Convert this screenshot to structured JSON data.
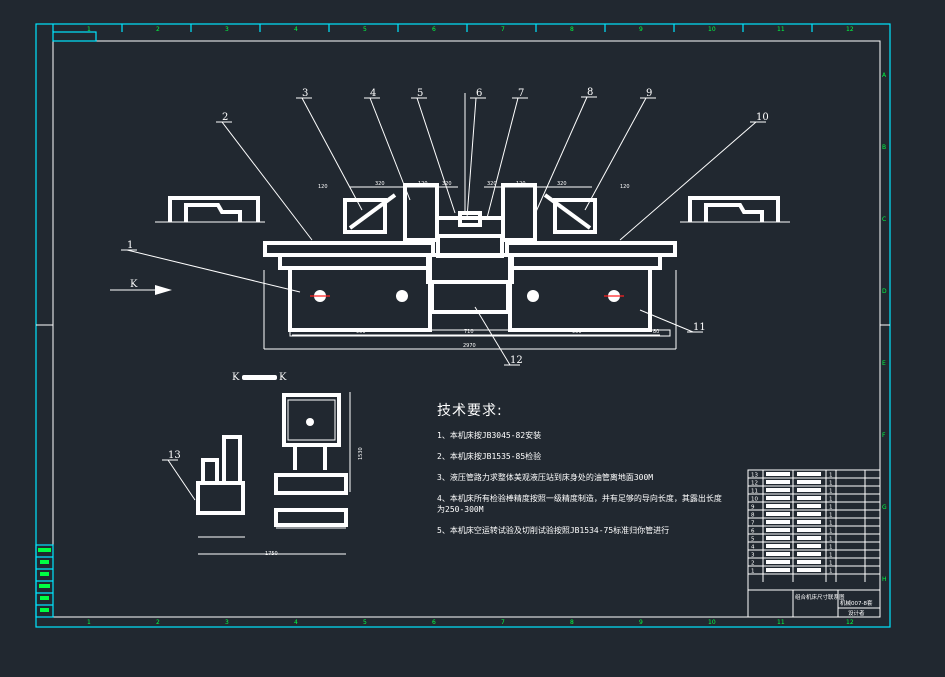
{
  "drawing": {
    "balloons": [
      "1",
      "2",
      "3",
      "4",
      "5",
      "6",
      "7",
      "8",
      "9",
      "10",
      "11",
      "12",
      "13"
    ],
    "view_label": "K",
    "section_label_left": "K",
    "section_label_right": "K",
    "dimensions": {
      "top": [
        "320",
        "120",
        "320",
        "320",
        "120",
        "320",
        "120",
        "120"
      ],
      "bottom": [
        "900",
        "710",
        "900",
        "80"
      ],
      "overall": "2970",
      "side_width": "1750",
      "side_height": "1530"
    }
  },
  "technical_requirements": {
    "title": "技术要求:",
    "items": [
      "1、本机床按JB3045-82安装",
      "2、本机床按JB1535-85检验",
      "3、液压管路力求整体美观液压站到床身处的油管离地面300M",
      "4、本机床所有检验棒精度按照一级精度制造，并有足够的导向长度，其露出长度为250-300M",
      "5、本机床空运转试验及切削试验按照JB1534-75标准归你管进行"
    ]
  },
  "title_block": {
    "drawing_name": "组合机床尺寸联系图",
    "drawing_number": "机械007-8套",
    "school": "设计者",
    "rows": [
      "13",
      "12",
      "11",
      "10",
      "9",
      "8",
      "7",
      "6",
      "5",
      "4",
      "3",
      "2",
      "1"
    ],
    "quantities": [
      "1",
      "1",
      "1",
      "1",
      "1",
      "1",
      "1",
      "1",
      "1",
      "1",
      "1",
      "1",
      "1"
    ]
  },
  "border": {
    "top_zones": [
      "1",
      "2",
      "3",
      "4",
      "5",
      "6",
      "7",
      "8",
      "9",
      "10",
      "11",
      "12"
    ],
    "side_zones": [
      "A",
      "B",
      "C",
      "D",
      "E",
      "F",
      "G",
      "H"
    ]
  },
  "colors": {
    "background": "#212830",
    "frame": "#00e5ff",
    "lines": "#ffffff",
    "zone_text": "#00ff44",
    "center_marks": "#ff2020"
  }
}
